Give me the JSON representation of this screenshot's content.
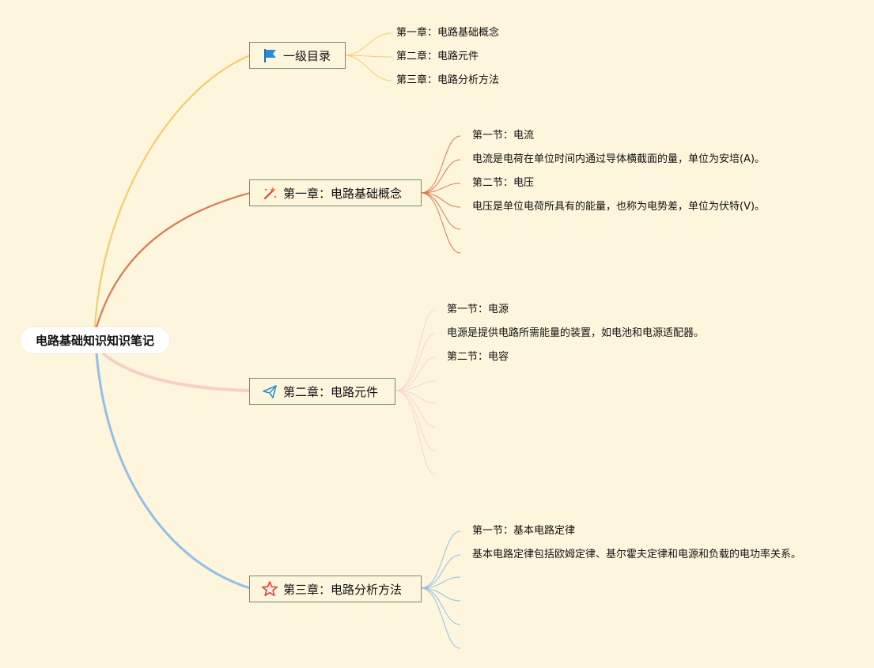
{
  "root": {
    "label": "电路基础知识知识笔记"
  },
  "branches": [
    {
      "label": "一级目录",
      "icon": "flag-icon",
      "color": "#f3cd6a",
      "items": [
        "第一章：电路基础概念",
        "第二章：电路元件",
        "第三章：电路分析方法"
      ]
    },
    {
      "label": "第一章：电路基础概念",
      "icon": "magic-wand-icon",
      "color": "#d97a55",
      "items": [
        "第一节：电流",
        "电流是电荷在单位时间内通过导体横截面的量，单位为安培(A)。",
        "第二节：电压",
        "电压是单位电荷所具有的能量，也称为电势差，单位为伏特(V)。"
      ]
    },
    {
      "label": "第二章：电路元件",
      "icon": "paper-plane-icon",
      "color": "#f6cfc8",
      "items": [
        "第一节：电源",
        "电源是提供电路所需能量的装置，如电池和电源适配器。",
        "第二节：电容"
      ]
    },
    {
      "label": "第三章：电路分析方法",
      "icon": "star-icon",
      "color": "#93bfe8",
      "items": [
        "第一节：基本电路定律",
        "基本电路定律包括欧姆定律、基尔霍夫定律和电源和负载的电功率关系。"
      ]
    }
  ]
}
